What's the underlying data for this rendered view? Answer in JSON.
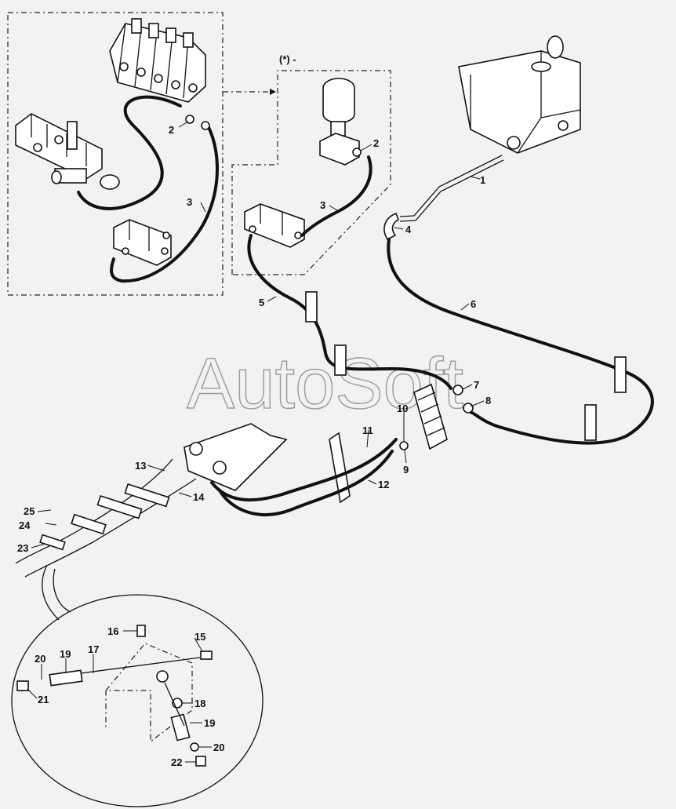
{
  "watermark": "AutoSoft",
  "variant_label": "(*) -",
  "callouts": [
    "1",
    "2",
    "2",
    "3",
    "3",
    "4",
    "5",
    "6",
    "7",
    "8",
    "9",
    "10",
    "11",
    "12",
    "13",
    "14",
    "15",
    "16",
    "17",
    "18",
    "19",
    "19",
    "20",
    "20",
    "21",
    "22",
    "23",
    "24",
    "25"
  ],
  "colors": {
    "background": "#f2f2f2",
    "line": "#111111",
    "watermark": "#9a9a9a"
  }
}
